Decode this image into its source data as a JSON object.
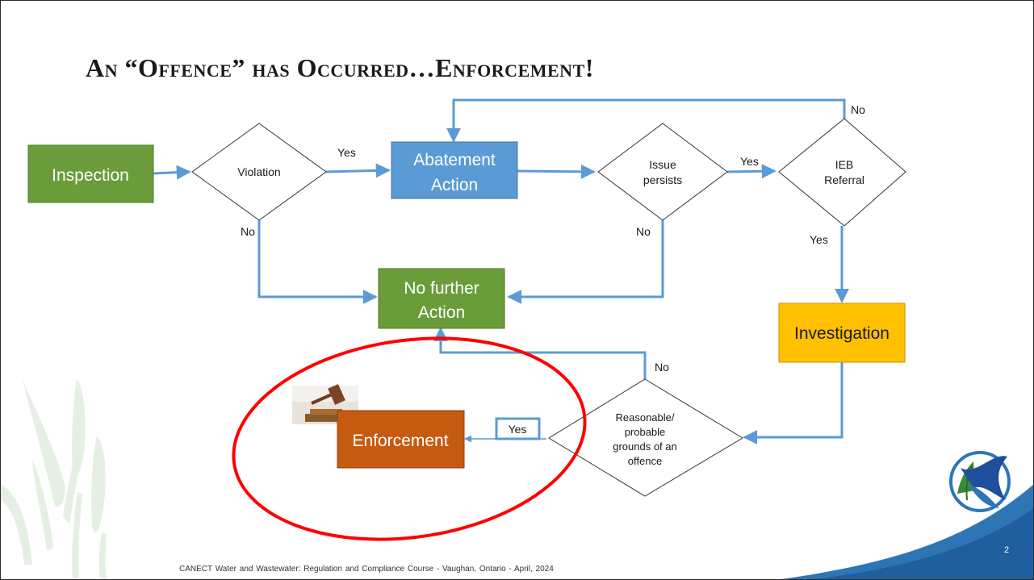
{
  "slide": {
    "title": "An “Offence” has Occurred…Enforcement!",
    "footer": "CANECT Water and Wastewater: Regulation and Compliance Course - Vaughan, Ontario - April, 2024",
    "page_number": "2"
  },
  "colors": {
    "green": "#6a9d3a",
    "blue": "#5b9bd5",
    "amber": "#ffc000",
    "orange": "#c55a11",
    "arrow": "#5b9bd5",
    "circle": "#ff0000"
  },
  "nodes": {
    "inspection": "Inspection",
    "violation": "Violation",
    "abatement_line1": "Abatement",
    "abatement_line2": "Action",
    "issue_line1": "Issue",
    "issue_line2": "persists",
    "ieb_line1": "IEB",
    "ieb_line2": "Referral",
    "no_further_line1": "No further",
    "no_further_line2": "Action",
    "investigation": "Investigation",
    "grounds_line1": "Reasonable/",
    "grounds_line2": "probable",
    "grounds_line3": "grounds of an",
    "grounds_line4": "offence",
    "enforcement": "Enforcement"
  },
  "edge_labels": {
    "violation_yes": "Yes",
    "violation_no": "No",
    "issue_yes": "Yes",
    "issue_no": "No",
    "ieb_no": "No",
    "ieb_yes": "Yes",
    "grounds_no": "No",
    "grounds_yes": "Yes"
  },
  "icons": [
    "gavel-image",
    "bird-logo-icon",
    "cattail-decoration"
  ]
}
